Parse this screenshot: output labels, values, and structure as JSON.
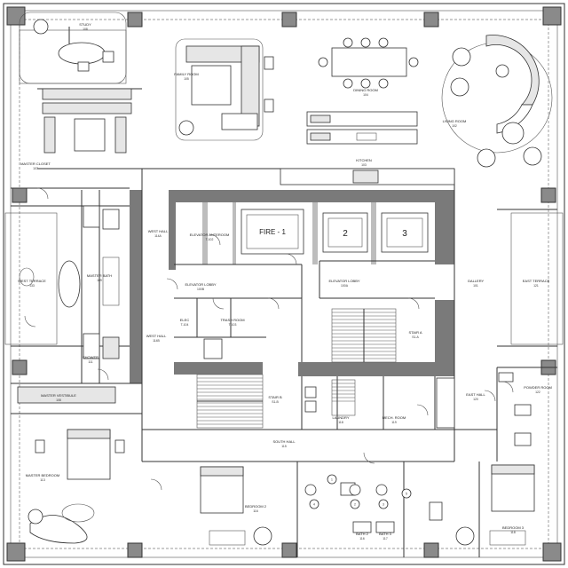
{
  "plan": {
    "rooms": [
      {
        "name": "STUDY",
        "number": "108"
      },
      {
        "name": "FAMILY ROOM",
        "number": "105"
      },
      {
        "name": "DINING ROOM",
        "number": "104"
      },
      {
        "name": "LIVING ROOM",
        "number": "102"
      },
      {
        "name": "KITCHEN",
        "number": "103"
      },
      {
        "name": "MASTER CLOSET",
        "number": "107"
      },
      {
        "name": "WEST TERRACE",
        "number": "133"
      },
      {
        "name": "MASTER BATH",
        "number": "109"
      },
      {
        "name": "WEST HALL",
        "number": "114A"
      },
      {
        "name": "WEST HALL",
        "number": "114B"
      },
      {
        "name": "ELEVATOR ANTEROOM",
        "number": "T-102"
      },
      {
        "name": "ELEVATOR LOBBY",
        "number": "100B"
      },
      {
        "name": "ELEVATOR LOBBY",
        "number": "100A"
      },
      {
        "name": "GALLERY",
        "number": "101"
      },
      {
        "name": "EAST TERRACE",
        "number": "121"
      },
      {
        "name": "ELEC",
        "number": "T-104"
      },
      {
        "name": "TRASH ROOM",
        "number": "T-103"
      },
      {
        "name": "STAIR A",
        "number": "S1-A"
      },
      {
        "name": "STAIR B",
        "number": "S1-B"
      },
      {
        "name": "SHOWER",
        "number": "111"
      },
      {
        "name": "MASTER VESTIBULE",
        "number": "108"
      },
      {
        "name": "MASTER BEDROOM",
        "number": "113"
      },
      {
        "name": "LAUNDRY",
        "number": "118"
      },
      {
        "name": "MECH. ROOM",
        "number": "119"
      },
      {
        "name": "EAST HALL",
        "number": "120"
      },
      {
        "name": "POWDER ROOM",
        "number": "122"
      },
      {
        "name": "SOUTH HALL",
        "number": "115"
      },
      {
        "name": "BEDROOM 2",
        "number": "116"
      },
      {
        "name": "BATH 2",
        "number": "116"
      },
      {
        "name": "BATH 3",
        "number": "117"
      },
      {
        "name": "BEDROOM 3",
        "number": "118"
      }
    ],
    "elevators": [
      "FIRE - 1",
      "2",
      "3"
    ],
    "door_tags": [
      "1",
      "2",
      "3",
      "4",
      "5"
    ],
    "colors": {
      "wall": "#7a7a7a",
      "line": "#333333",
      "fill": "#ffffff"
    }
  }
}
